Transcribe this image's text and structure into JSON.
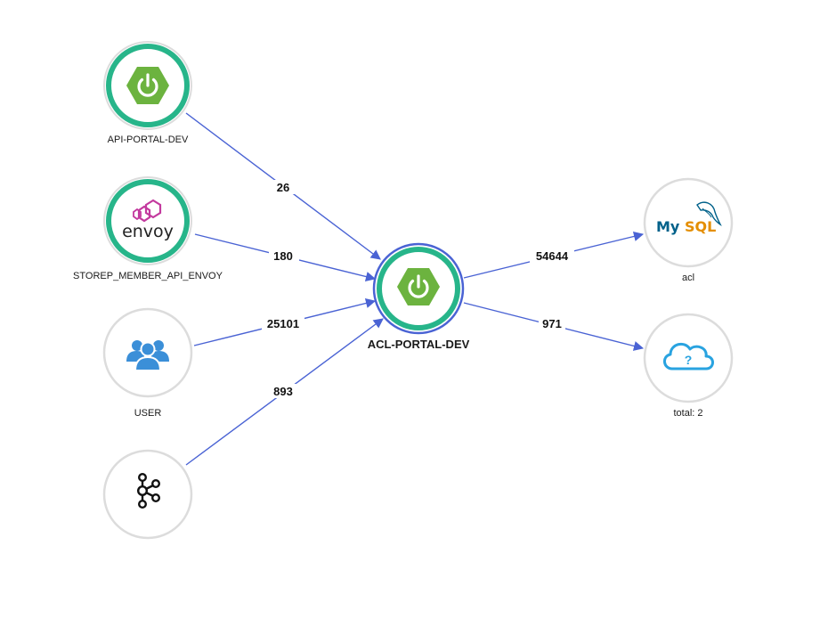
{
  "colors": {
    "edge": "#4a63d4",
    "ring_active": "#27b58a",
    "ring_idle": "#dcdcdc",
    "ring_selected": "#4a63d4",
    "spring": "#6cb33f",
    "envoy": "#c3399e",
    "user": "#3b8fd8",
    "cloud": "#29a3e0",
    "mysql_blue": "#00618a",
    "mysql_orange": "#e48e00"
  },
  "nodes": {
    "api_portal_dev": {
      "label": "API-PORTAL-DEV",
      "icon": "spring-power-icon"
    },
    "storep_member_api_envoy": {
      "label": "STOREP_MEMBER_API_ENVOY",
      "icon": "envoy-logo-icon",
      "logo_text": "envoy"
    },
    "user": {
      "label": "USER",
      "icon": "user-group-icon"
    },
    "kafka": {
      "label": "",
      "icon": "kafka-icon"
    },
    "acl_portal_dev": {
      "label": "ACL-PORTAL-DEV",
      "icon": "spring-power-icon"
    },
    "acl": {
      "label": "acl",
      "icon": "mysql-logo-icon",
      "logo_text_a": "My",
      "logo_text_b": "SQL"
    },
    "unknown": {
      "label": "total: 2",
      "icon": "cloud-question-icon",
      "glyph": "?"
    }
  },
  "edges": {
    "api_to_acl": "26",
    "envoy_to_acl": "180",
    "user_to_acl": "25101",
    "kafka_to_acl": "893",
    "acl_to_mysql": "54644",
    "acl_to_unknown": "971"
  }
}
